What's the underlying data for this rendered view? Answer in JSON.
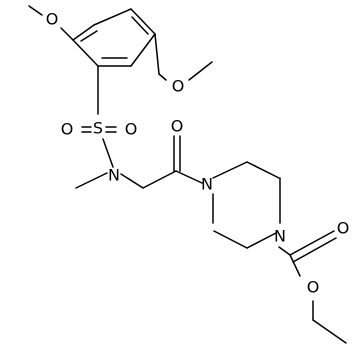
{
  "structure": {
    "atoms": {
      "o_top": "O",
      "o_right": "O",
      "s": "S",
      "o_s_left": "O",
      "o_s_right": "O",
      "n_sulfonamide": "N",
      "o_amide": "O",
      "n_piperazine_amide": "N",
      "n_piperazine_carbamate": "N",
      "o_carbamate_carbonyl": "O",
      "o_ester": "O"
    }
  }
}
